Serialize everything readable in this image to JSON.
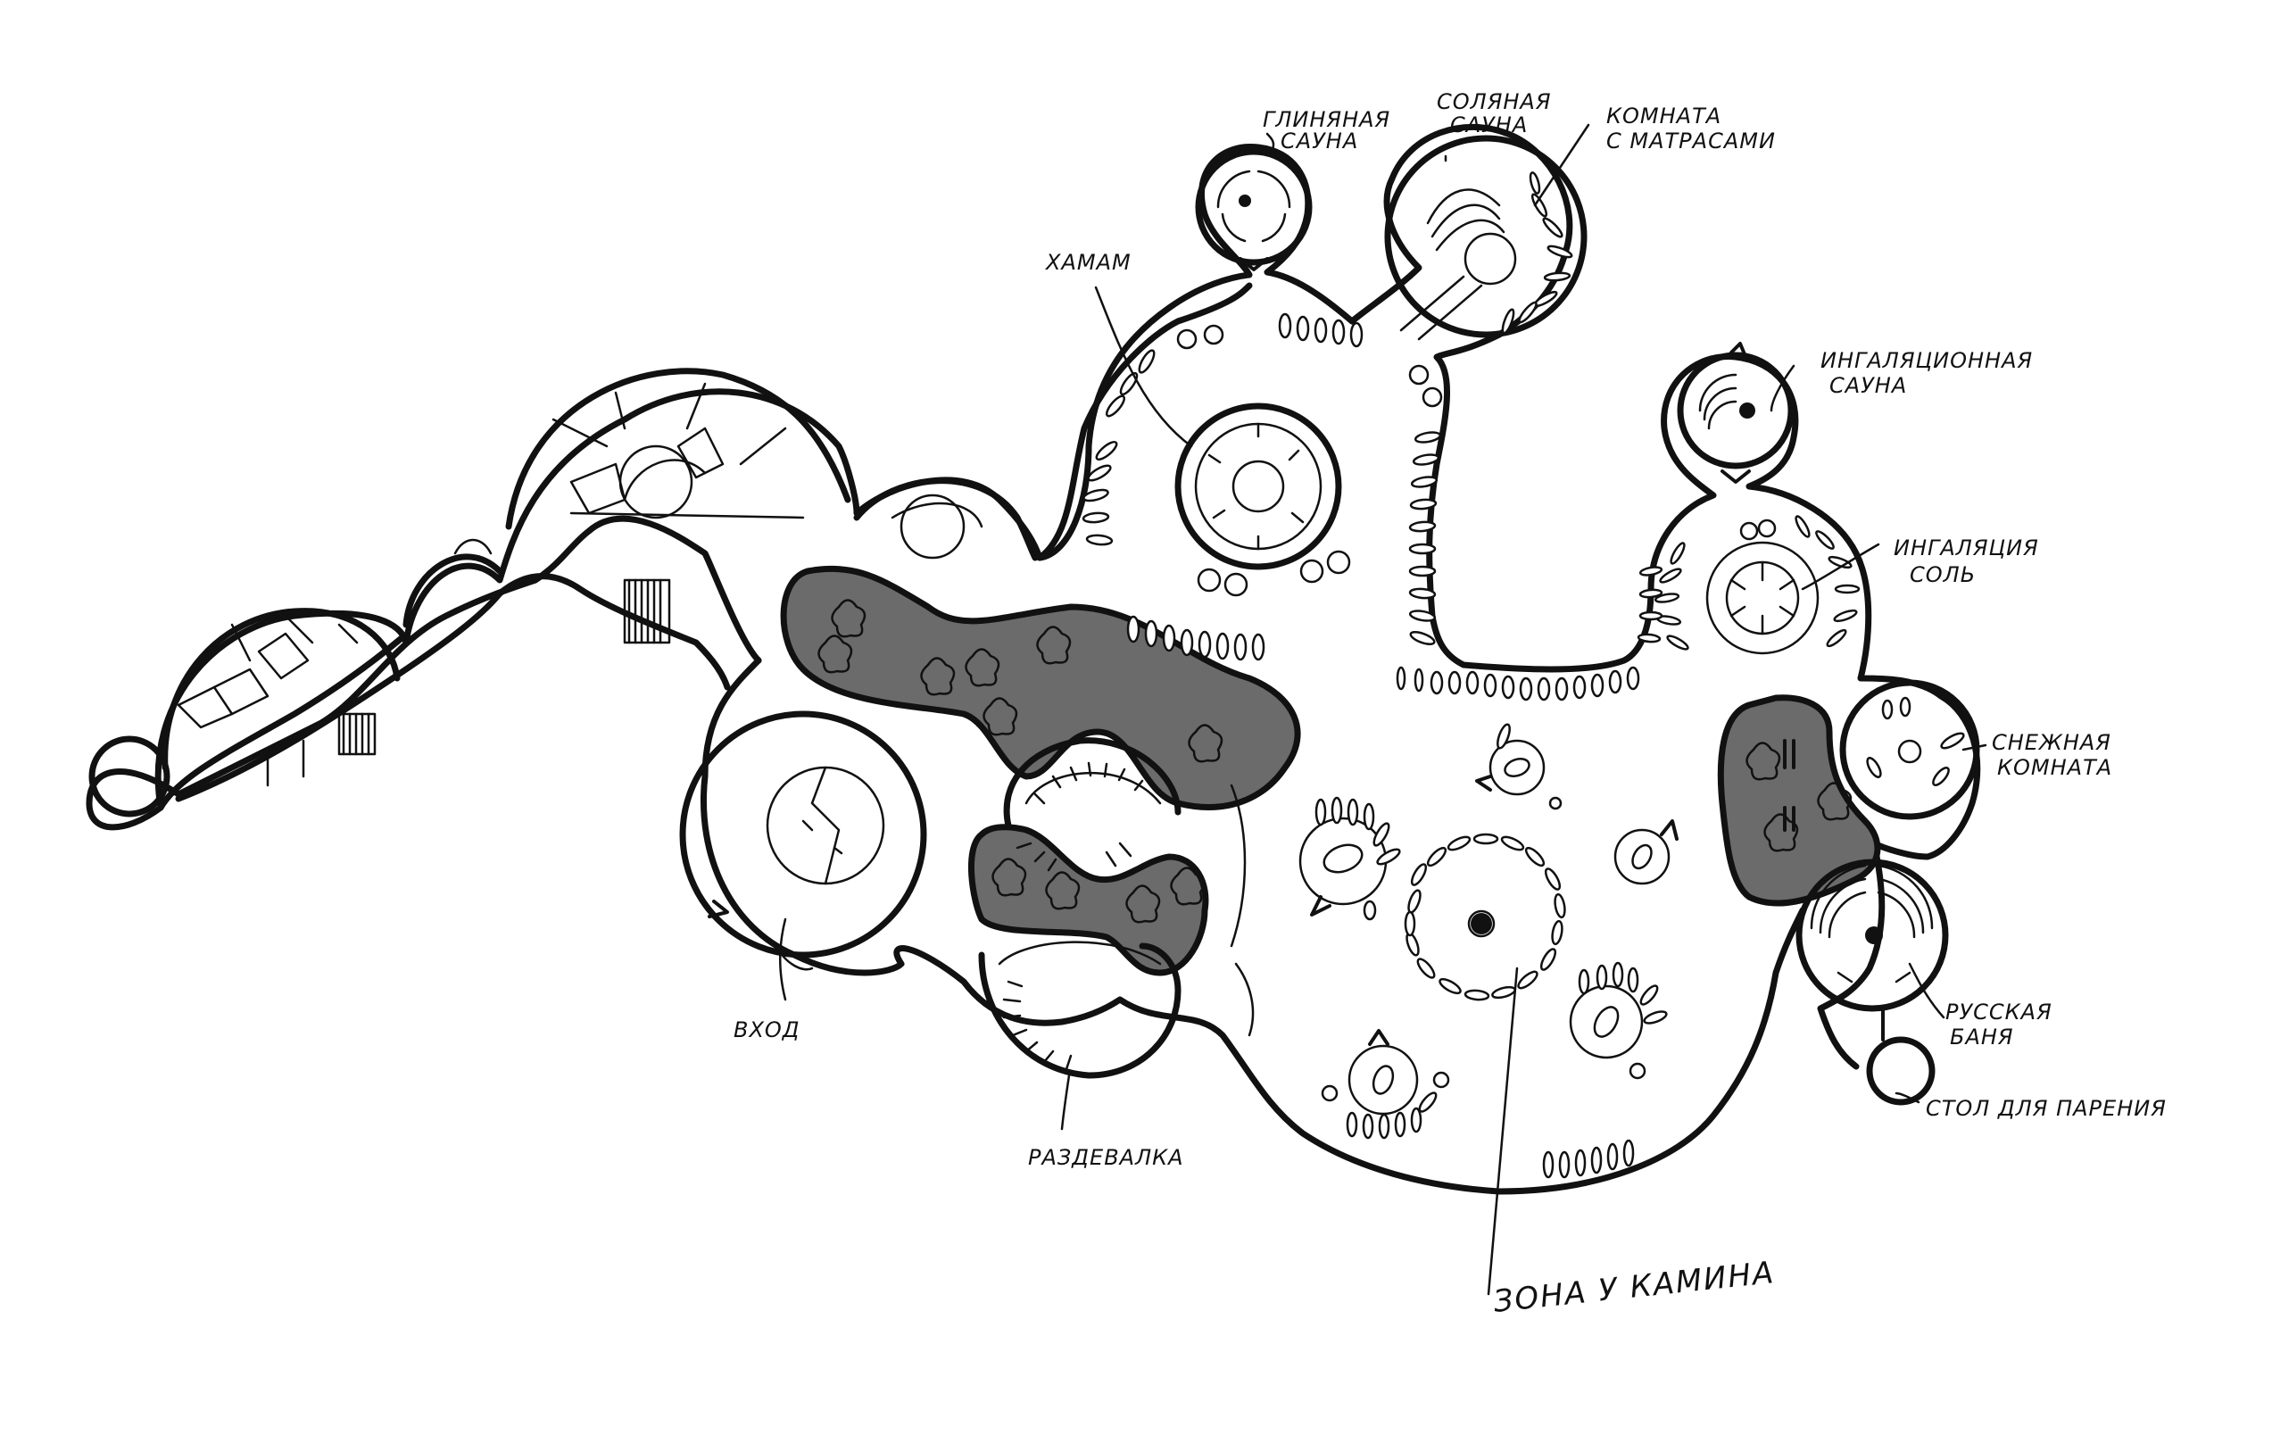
{
  "labels": {
    "clay_sauna_1": "ГЛИНЯНАЯ",
    "clay_sauna_2": "САУНА",
    "salt_sauna_1": "СОЛЯНАЯ",
    "salt_sauna_2": "САУНА",
    "mattress_room_1": "КОМНАТА",
    "mattress_room_2": "С МАТРАСАМИ",
    "hammam": "ХАМАМ",
    "inhal_sauna_1": "ИНГАЛЯЦИОННАЯ",
    "inhal_sauna_2": "САУНА",
    "inhal_salt_1": "ИНГАЛЯЦИЯ",
    "inhal_salt_2": "СОЛЬ",
    "snow_room_1": "СНЕЖНАЯ",
    "snow_room_2": "КОМНАТА",
    "russian_bath_1": "РУССКАЯ",
    "russian_bath_2": "БАНЯ",
    "steam_table": "СТОЛ ДЛЯ ПАРЕНИЯ",
    "entrance": "ВХОД",
    "changing_room": "РАЗДЕВАЛКА",
    "fireplace_zone": "ЗОНА У КАМИНА"
  },
  "colors": {
    "wall": "#111111",
    "garden_fill": "#6b6b6b",
    "background": "#ffffff"
  }
}
